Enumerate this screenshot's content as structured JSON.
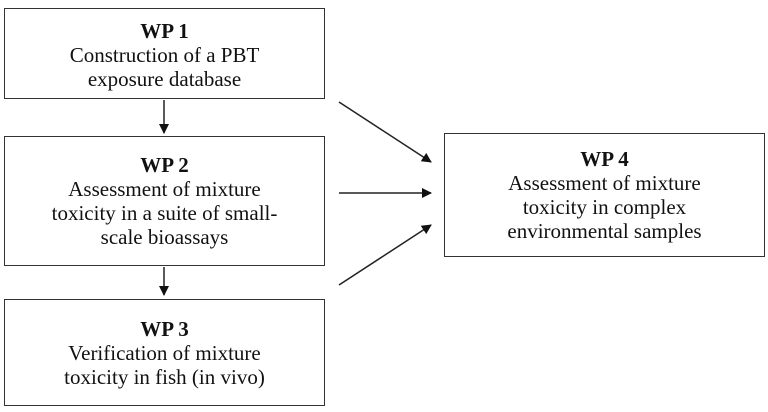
{
  "diagram": {
    "boxes": [
      {
        "id": "wp1",
        "title": "WP 1",
        "lines": [
          "Construction of a PBT",
          "exposure database"
        ]
      },
      {
        "id": "wp2",
        "title": "WP 2",
        "lines": [
          "Assessment of mixture",
          "toxicity in a suite of small-",
          "scale bioassays"
        ]
      },
      {
        "id": "wp3",
        "title": "WP 3",
        "lines": [
          "Verification of mixture",
          "toxicity in fish (in vivo)"
        ]
      },
      {
        "id": "wp4",
        "title": "WP 4",
        "lines": [
          "Assessment of mixture",
          "toxicity in complex",
          "environmental samples"
        ]
      }
    ],
    "edges": [
      {
        "from": "wp1",
        "to": "wp2"
      },
      {
        "from": "wp2",
        "to": "wp3"
      },
      {
        "from": "wp1",
        "to": "wp4"
      },
      {
        "from": "wp2",
        "to": "wp4"
      },
      {
        "from": "wp3",
        "to": "wp4"
      }
    ],
    "colors": {
      "stroke": "#333333",
      "text": "#111111",
      "background": "#ffffff"
    }
  }
}
